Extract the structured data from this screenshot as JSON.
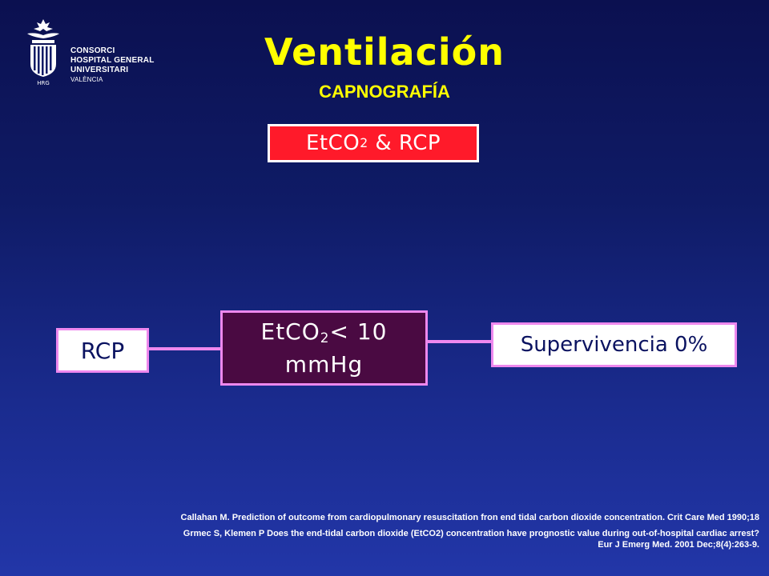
{
  "logo": {
    "emblem_letters": "HRG",
    "lines": [
      "CONSORCI",
      "HOSPITAL GENERAL",
      "UNIVERSITARI",
      "VALÈNCIA"
    ]
  },
  "title": "Ventilación",
  "subtitle": "CAPNOGRAFÍA",
  "top_box": {
    "prefix": "EtCO",
    "sub": "2",
    "suffix": " & RCP"
  },
  "flow": {
    "left_label": "RCP",
    "mid_prefix": "EtCO",
    "mid_sub": "2",
    "mid_suffix": "< 10",
    "mid_line2": "mmHg",
    "right_label": "Supervivencia 0%"
  },
  "references": {
    "ref1": "Callahan M. Prediction of outcome from cardiopulmonary resuscitation fron end tidal carbon dioxide concentration. Crit Care Med 1990;18",
    "ref2_line1": "Grmec S, Klemen P Does the end-tidal carbon dioxide (EtCO2) concentration have prognostic value during out-of-hospital cardiac arrest?",
    "ref2_line2": "Eur J Emerg Med. 2001 Dec;8(4):263-9."
  },
  "colors": {
    "title": "#ffff00",
    "top_box_fill": "#ff1a2a",
    "mid_box_fill": "#4a0a42",
    "connector": "#ee88ee"
  }
}
